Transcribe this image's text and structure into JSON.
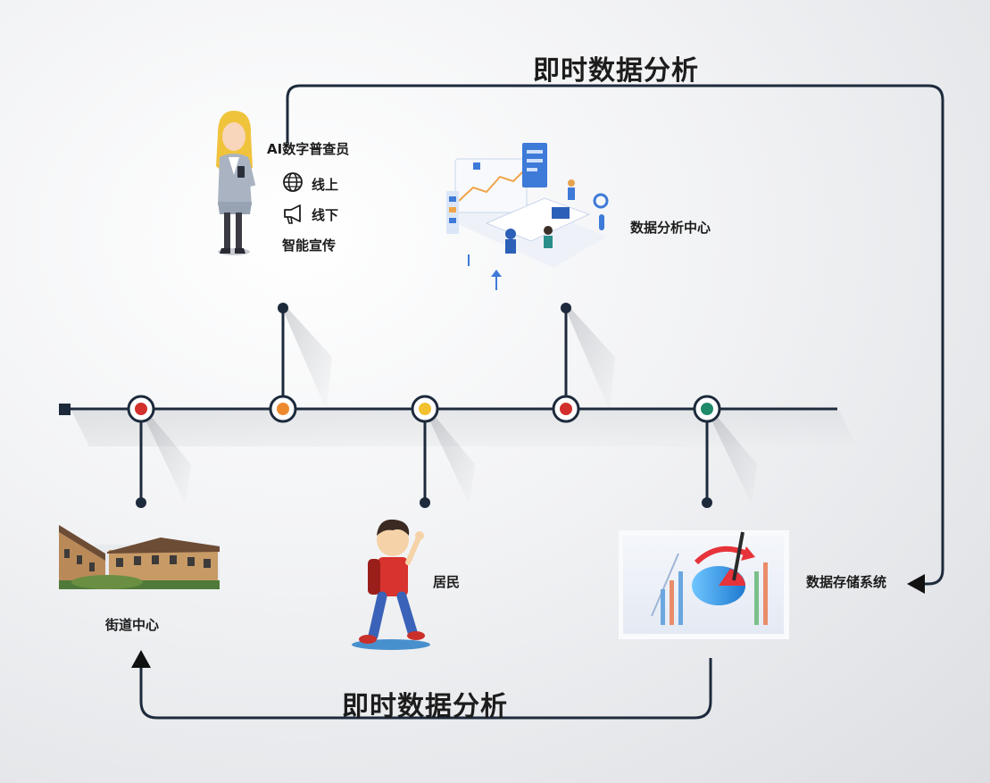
{
  "titles": {
    "top_flow": "即时数据分析",
    "bottom_flow": "即时数据分析"
  },
  "census": {
    "title": "AI数字普查员",
    "online": "线上",
    "offline": "线下",
    "promotion": "智能宣传"
  },
  "nodes": {
    "analysis_center": "数据分析中心",
    "street_center": "街道中心",
    "resident": "居民",
    "storage_system": "数据存储系统"
  },
  "colors": {
    "line": "#1d2a3c",
    "dot_red": "#d2302c",
    "dot_orange": "#ee8a2e",
    "dot_yellow": "#f2c12e",
    "dot_green": "#1f8a6a"
  },
  "icons": [
    "globe-icon",
    "megaphone-icon"
  ]
}
